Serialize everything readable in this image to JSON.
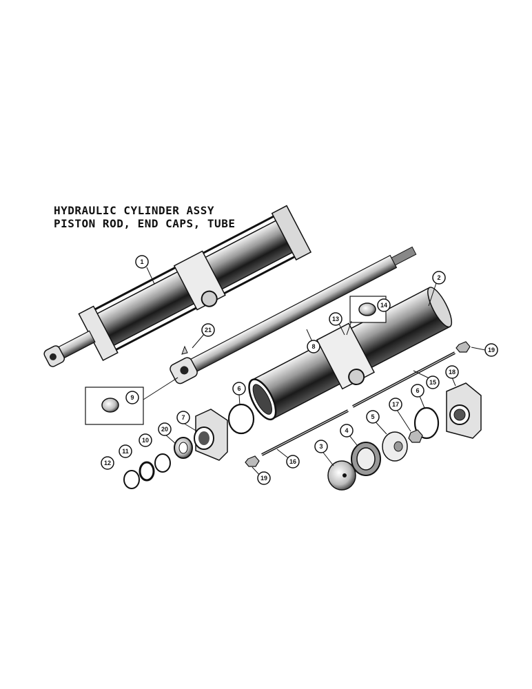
{
  "title": {
    "line1": "HYDRAULIC CYLINDER ASSY",
    "line2": "PISTON ROD, END CAPS, TUBE"
  },
  "callouts": {
    "c1": "1",
    "c2": "2",
    "c3": "3",
    "c4": "4",
    "c5": "5",
    "c6a": "6",
    "c6b": "6",
    "c7": "7",
    "c8": "8",
    "c9": "9",
    "c10": "10",
    "c11": "11",
    "c12": "12",
    "c13": "13",
    "c14": "14",
    "c15": "15",
    "c16": "16",
    "c17": "17",
    "c18": "18",
    "c19a": "19",
    "c19b": "19",
    "c20": "20",
    "c21": "21"
  }
}
